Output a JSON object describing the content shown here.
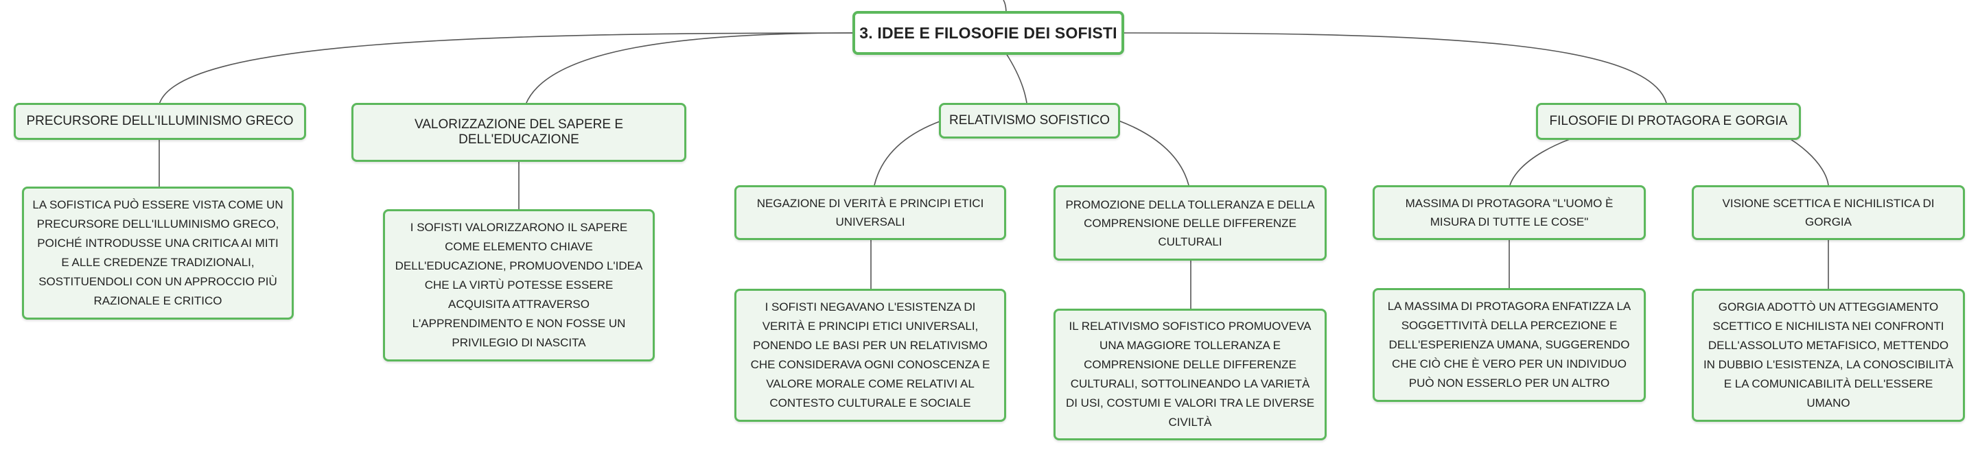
{
  "root": {
    "title": "3. IDEE E FILOSOFIE DEI SOFISTI"
  },
  "branches": [
    {
      "label": "PRECURSORE DELL'ILLUMINISMO GRECO",
      "detail": "LA SOFISTICA PUÒ ESSERE VISTA COME UN PRECURSORE DELL'ILLUMINISMO GRECO, POICHÉ INTRODUSSE UNA CRITICA AI MITI E ALLE CREDENZE TRADIZIONALI, SOSTITUENDOLI CON UN APPROCCIO PIÙ RAZIONALE E CRITICO"
    },
    {
      "label": "VALORIZZAZIONE DEL SAPERE E DELL'EDUCAZIONE",
      "detail": "I SOFISTI VALORIZZARONO IL SAPERE COME ELEMENTO CHIAVE DELL'EDUCAZIONE, PROMUOVENDO L'IDEA CHE LA VIRTÙ POTESSE ESSERE ACQUISITA ATTRAVERSO L'APPRENDIMENTO E NON FOSSE UN PRIVILEGIO DI NASCITA"
    },
    {
      "label": "RELATIVISMO SOFISTICO",
      "children": [
        {
          "label": "NEGAZIONE DI VERITÀ E PRINCIPI ETICI UNIVERSALI",
          "detail": "I SOFISTI NEGAVANO L'ESISTENZA DI VERITÀ E PRINCIPI ETICI UNIVERSALI, PONENDO LE BASI PER UN RELATIVISMO CHE CONSIDERAVA OGNI CONOSCENZA E VALORE MORALE COME RELATIVI AL CONTESTO CULTURALE E SOCIALE"
        },
        {
          "label": "PROMOZIONE DELLA TOLLERANZA E DELLA COMPRENSIONE DELLE DIFFERENZE CULTURALI",
          "detail": "IL RELATIVISMO SOFISTICO PROMUOVEVA UNA MAGGIORE TOLLERANZA E COMPRENSIONE DELLE DIFFERENZE CULTURALI, SOTTOLINEANDO LA VARIETÀ DI USI, COSTUMI E VALORI TRA LE DIVERSE CIVILTÀ"
        }
      ]
    },
    {
      "label": "FILOSOFIE DI PROTAGORA E GORGIA",
      "children": [
        {
          "label": "MASSIMA DI PROTAGORA \"L'UOMO È MISURA DI TUTTE LE COSE\"",
          "detail": "LA MASSIMA DI PROTAGORA ENFATIZZA LA SOGGETTIVITÀ DELLA PERCEZIONE E DELL'ESPERIENZA UMANA, SUGGERENDO CHE CIÒ CHE È VERO PER UN INDIVIDUO PUÒ NON ESSERLO PER UN ALTRO"
        },
        {
          "label": "VISIONE SCETTICA E NICHILISTICA DI GORGIA",
          "detail": "GORGIA ADOTTÒ UN ATTEGGIAMENTO SCETTICO E NICHILISTA NEI CONFRONTI DELL'ASSOLUTO METAFISICO, METTENDO IN DUBBIO L'ESISTENZA, LA CONOSCIBILITÀ E LA COMUNICABILITÀ DELL'ESSERE UMANO"
        }
      ]
    }
  ]
}
